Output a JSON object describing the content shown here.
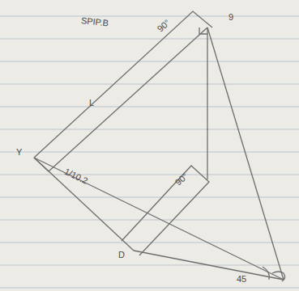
{
  "diagram": {
    "labels": [
      "SPIP.B",
      "9",
      "90°",
      "L",
      "Y",
      "1/10.2",
      "90°",
      "D",
      "45"
    ]
  }
}
